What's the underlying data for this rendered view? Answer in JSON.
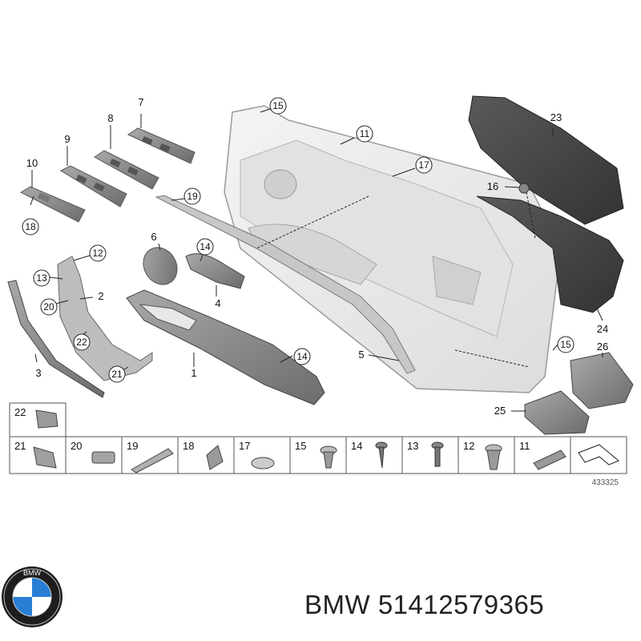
{
  "callouts": {
    "c7": "7",
    "c8": "8",
    "c9": "9",
    "c10": "10",
    "c18": "18",
    "c15a": "15",
    "c11": "11",
    "c17": "17",
    "c19": "19",
    "c23": "23",
    "c16": "16",
    "c6": "6",
    "c14a": "14",
    "c12": "12",
    "c13": "13",
    "c2": "2",
    "c20": "20",
    "c4": "4",
    "c22": "22",
    "c14b": "14",
    "c5": "5",
    "c15b": "15",
    "c26": "26",
    "c24": "24",
    "c3": "3",
    "c21": "21",
    "c1": "1",
    "c25": "25"
  },
  "legend": {
    "r1": [
      "22"
    ],
    "r2": [
      "21",
      "20",
      "19",
      "18",
      "17",
      "15",
      "14",
      "13",
      "12",
      "11"
    ]
  },
  "catalog_number": "433325",
  "footer": {
    "brand": "BMW",
    "part_number": "51412579365"
  },
  "colors": {
    "part_gray": "#7f7f7f",
    "panel_light": "#e9e9e9",
    "dark_part": "#4a4a4a"
  }
}
